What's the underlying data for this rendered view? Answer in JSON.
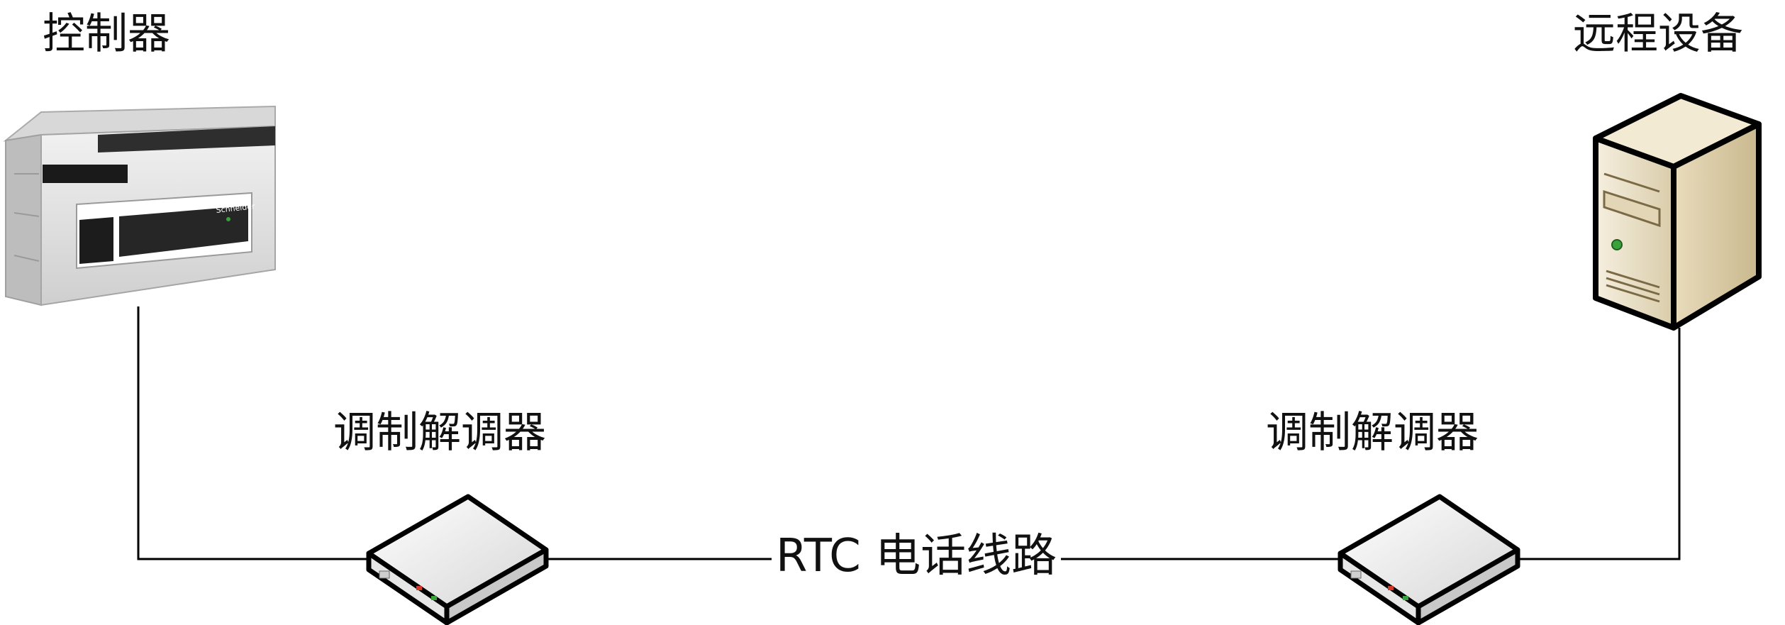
{
  "diagram": {
    "controller": {
      "label": "控制器"
    },
    "remote_device": {
      "label": "远程设备"
    },
    "modem_left": {
      "label": "调制解调器"
    },
    "modem_right": {
      "label": "调制解调器"
    },
    "phone_line": {
      "label": "RTC 电话线路"
    },
    "controller_brand": "Schneider",
    "colors": {
      "line": "#000000",
      "device_face": "#e8e8e8",
      "server_body": "#efe6d2",
      "led_green": "#3aa23a",
      "led_red": "#d23b2a"
    }
  }
}
